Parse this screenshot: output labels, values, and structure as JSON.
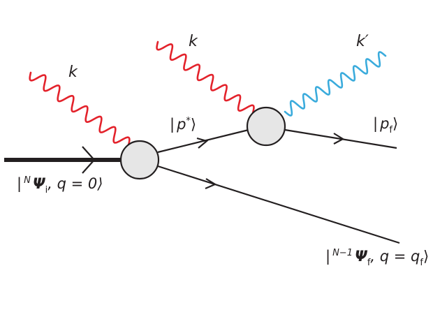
{
  "colors": {
    "incoming_photon": "#e3222b",
    "outgoing_photon": "#3aabdc",
    "line": "#231f20",
    "vertex_fill": "#e6e6e6"
  },
  "photons": {
    "k1_label": "k",
    "k2_label": "k",
    "k_prime_label": "k′"
  },
  "states": {
    "initial": {
      "bra": "|",
      "sup": "N",
      "psi": "Ψ",
      "sub": "i",
      "rest": ", q = 0⟩"
    },
    "intermediate": {
      "bra": "|",
      "p": "p",
      "sup": "*",
      "ket": "⟩"
    },
    "final_electron": {
      "bra": "|",
      "p": "p",
      "sub": "f",
      "ket": "⟩"
    },
    "final_residual": {
      "bra": "|",
      "sup": "N−1",
      "psi": "Ψ",
      "sub": "f",
      "rest": ", q = q",
      "q_sub": "f",
      "ket": "⟩"
    }
  }
}
